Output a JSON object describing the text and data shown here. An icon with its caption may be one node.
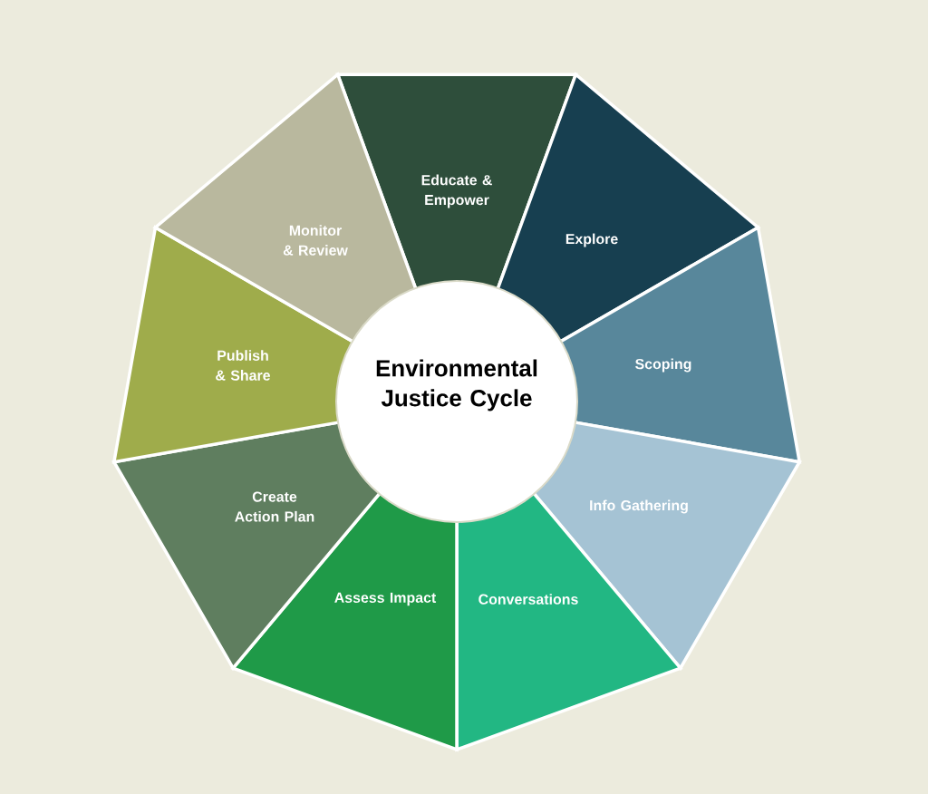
{
  "diagram": {
    "nodes": [
      {
        "text": [
          "Environmental Justice Cycle"
        ]
      },
      {
        "text": [
          "Educate & Empower"
        ]
      },
      {
        "text": [
          "Explore"
        ]
      },
      {
        "text": [
          "Scoping"
        ]
      },
      {
        "text": [
          "Info Gathering"
        ]
      },
      {
        "text": [
          "Conversations"
        ]
      },
      {
        "text": [
          "Assess Impact"
        ]
      },
      {
        "text": [
          "Create Action Plan"
        ]
      },
      {
        "text": [
          "Publish & Share"
        ]
      },
      {
        "text": [
          "Monitor & Review"
        ]
      }
    ]
  }
}
